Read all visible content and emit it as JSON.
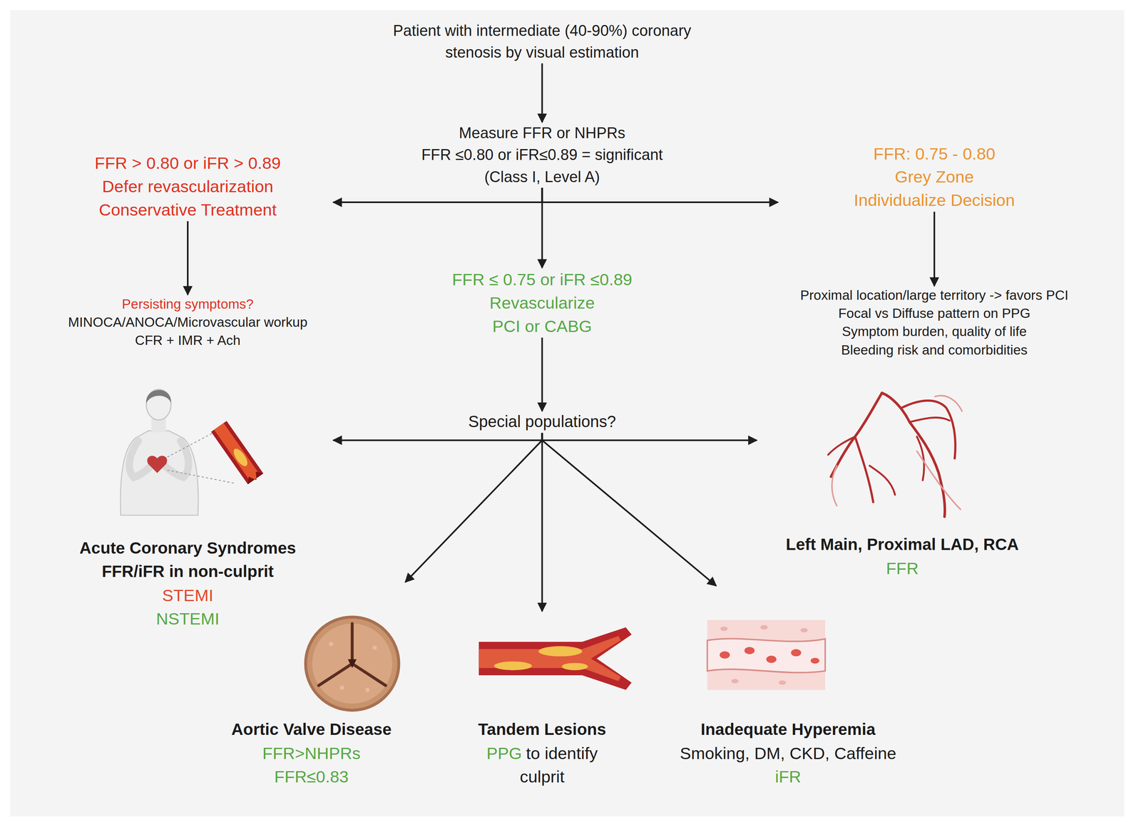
{
  "diagram": {
    "nodes": [
      {
        "text": [
          "Patient with intermediate (40-90%) coronary stenosis by visual estimation"
        ]
      },
      {
        "text": [
          "Measure FFR or NHPRs",
          "FFR ≤0.80 or iFR≤0.89 = significant",
          "(Class I, Level A)"
        ]
      },
      {
        "text": [
          "FFR > 0.80 or iFR > 0.89",
          "Defer revascularization",
          "Conservative Treatment"
        ]
      },
      {
        "text": [
          "FFR ≤ 0.75 or iFR ≤0.89",
          "Revascularize",
          "PCI or CABG"
        ]
      },
      {
        "text": [
          "FFR: 0.75 - 0.80",
          "Grey Zone",
          "Individualize Decision"
        ]
      },
      {
        "text": [
          "Persisting symptoms?",
          "MINOCA/ANOCA/Microvascular workup",
          "CFR + IMR + Ach"
        ]
      },
      {
        "text": [
          "Proximal location/large territory -> favors PCI",
          "Focal vs Diffuse pattern on PPG",
          "Symptom burden, quality of life",
          "Bleeding risk and comorbidities"
        ]
      },
      {
        "text": [
          "Special populations?"
        ]
      },
      {
        "text": [
          "Acute Coronary Syndromes FFR/iFR in non-culprit",
          "STEMI",
          "NSTEMI"
        ]
      },
      {
        "text": [
          "Left Main, Proximal LAD, RCA",
          "FFR"
        ]
      },
      {
        "text": [
          "Aortic Valve Disease",
          "FFR>NHPRs",
          "FFR≤0.83"
        ]
      },
      {
        "text": [
          "Tandem Lesions",
          "PPG",
          "to identify culprit"
        ]
      },
      {
        "text": [
          "Inadequate Hyperemia",
          "Smoking, DM, CKD, Caffeine",
          "iFR"
        ]
      }
    ],
    "edges": [
      {
        "from": 0,
        "to": 1,
        "arrow": "to"
      },
      {
        "from": 1,
        "to": 2,
        "arrow": "to"
      },
      {
        "from": 1,
        "to": 3,
        "arrow": "to"
      },
      {
        "from": 1,
        "to": 4,
        "arrow": "to"
      },
      {
        "from": 2,
        "to": 5,
        "arrow": "to"
      },
      {
        "from": 3,
        "to": 7,
        "arrow": "to"
      },
      {
        "from": 4,
        "to": 6,
        "arrow": "to"
      },
      {
        "from": 7,
        "to": 8,
        "arrow": "to"
      },
      {
        "from": 7,
        "to": 10,
        "arrow": "to"
      },
      {
        "from": 7,
        "to": 11,
        "arrow": "to"
      },
      {
        "from": 7,
        "to": 12,
        "arrow": "to"
      },
      {
        "from": 7,
        "to": 9,
        "arrow": "to"
      }
    ]
  }
}
